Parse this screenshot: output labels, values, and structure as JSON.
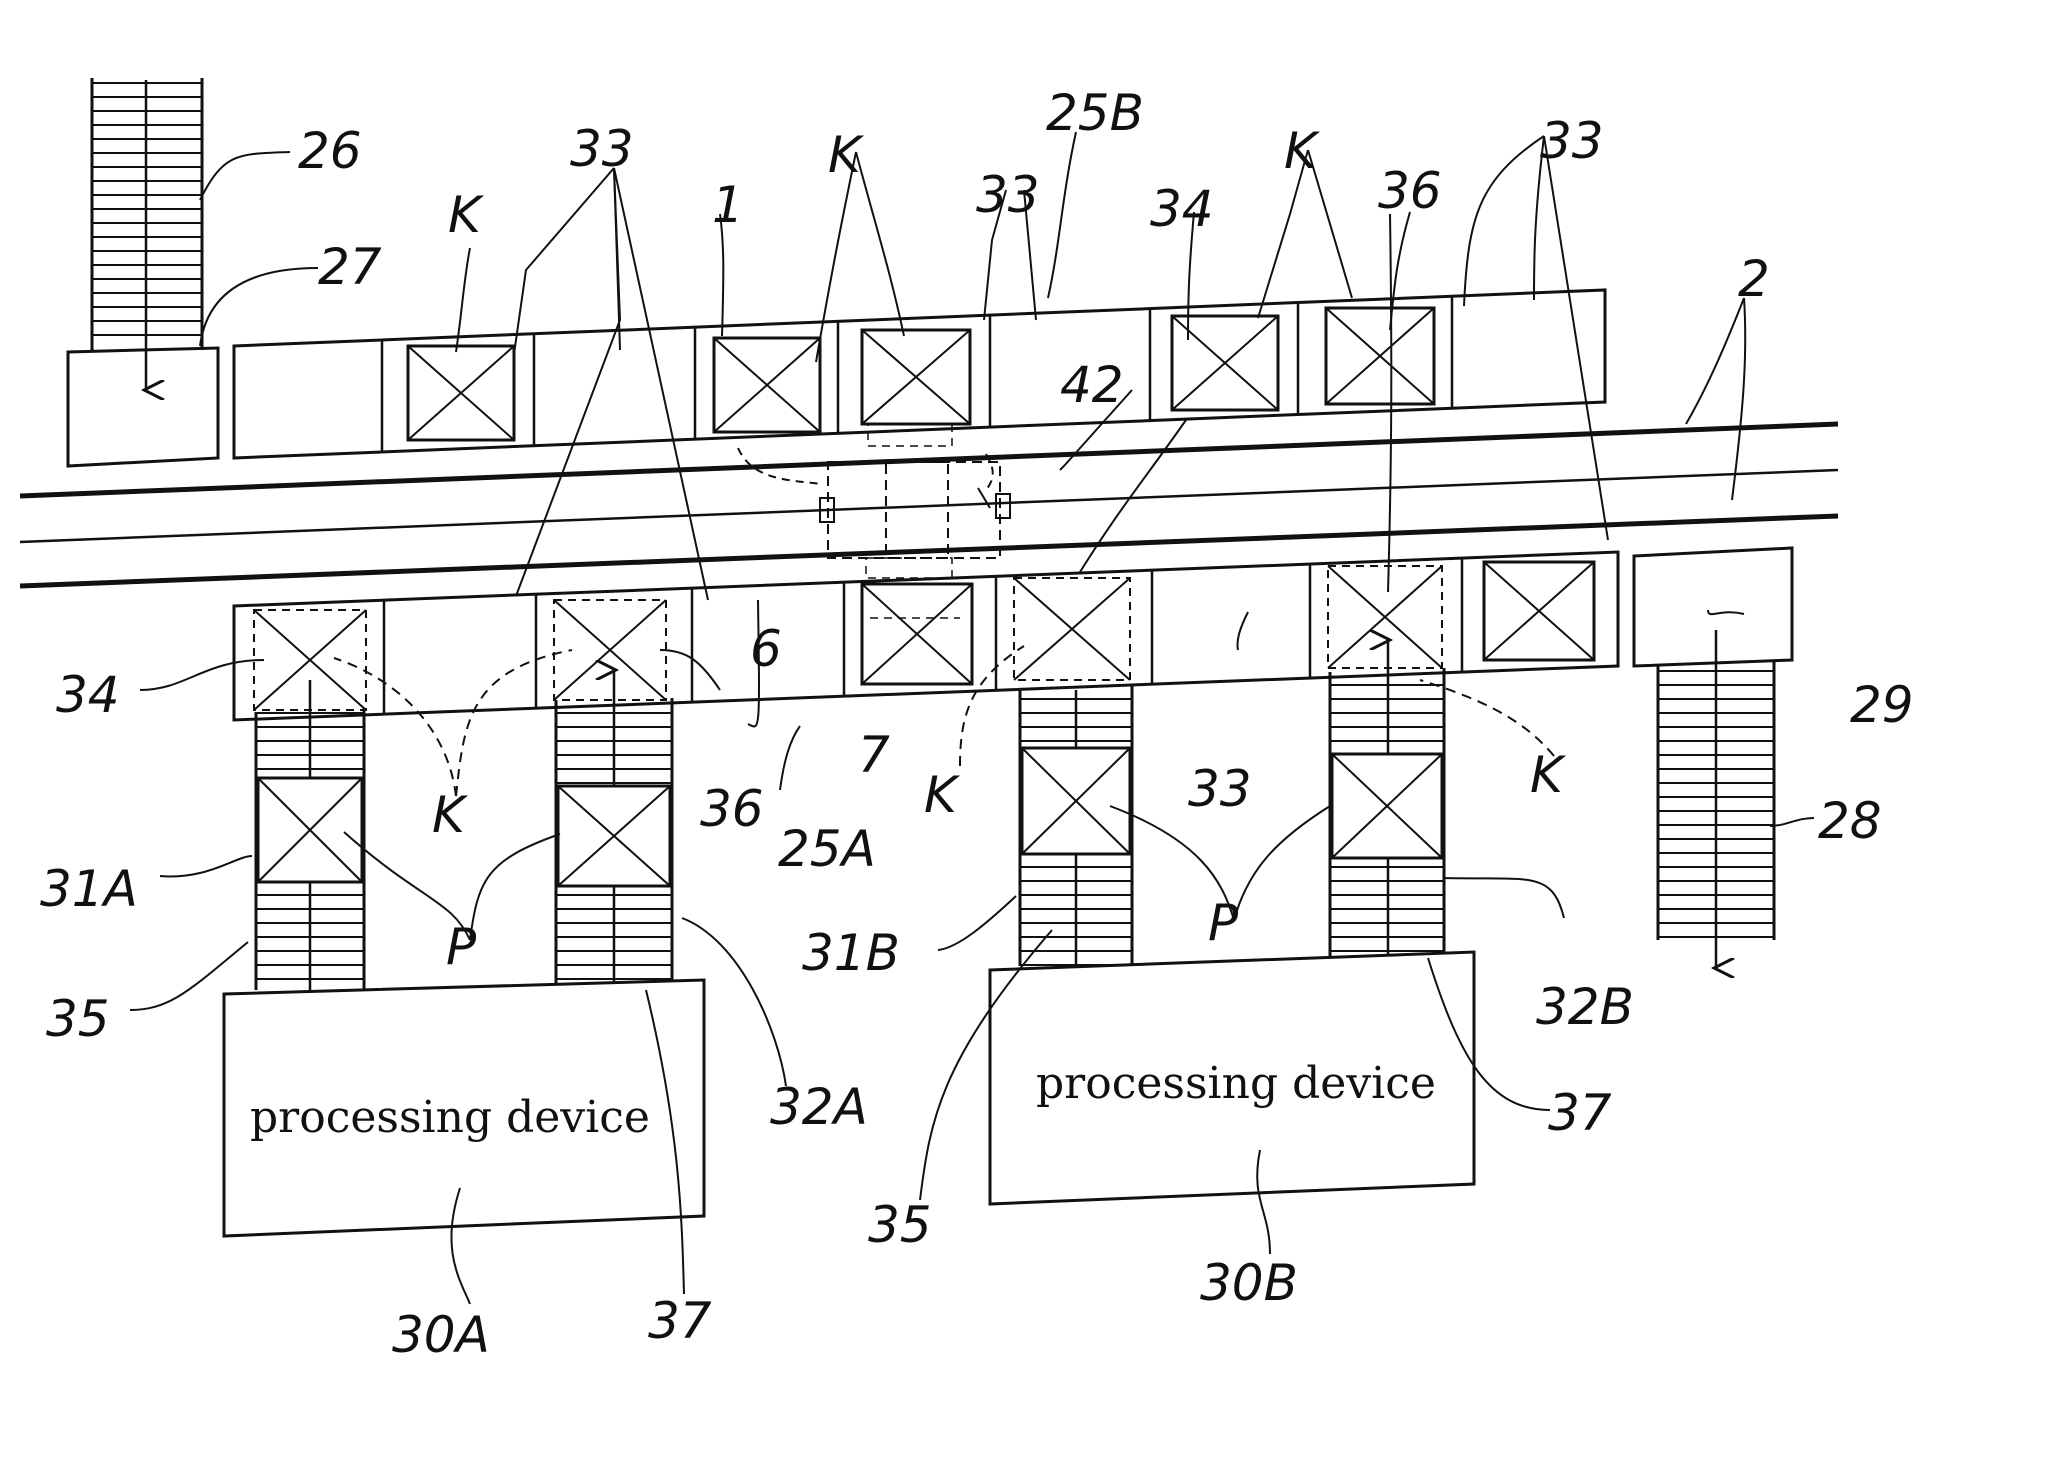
{
  "figure": {
    "device_label_a": "processing device",
    "device_label_b": "processing device"
  },
  "refs": {
    "r26": "26",
    "r27": "27",
    "rK_top_left": "K",
    "r33_top_a": "33",
    "r1": "1",
    "rK_top_mid": "K",
    "r25B": "25B",
    "r33_top_b": "33",
    "r34_top": "34",
    "rK_top_right": "K",
    "r36_top": "36",
    "r33_top_c": "33",
    "r2": "2",
    "r42": "42",
    "r6": "6",
    "r7": "7",
    "r34_left": "34",
    "rK_low_a": "K",
    "r36_low": "36",
    "r25A": "25A",
    "rK_low_b": "K",
    "r33_low": "33",
    "rK_low_c": "K",
    "r29": "29",
    "r28": "28",
    "r31A": "31A",
    "rP_left": "P",
    "r35_left": "35",
    "r32A": "32A",
    "r31B": "31B",
    "rP_right": "P",
    "r32B": "32B",
    "r35_right": "35",
    "r37_right": "37",
    "r37_left": "37",
    "r30A": "30A",
    "r30B": "30B"
  }
}
